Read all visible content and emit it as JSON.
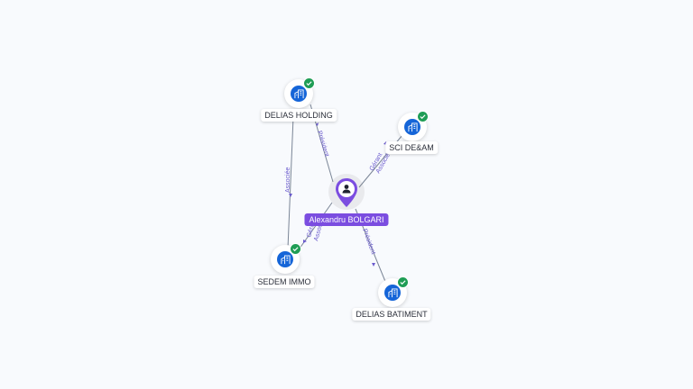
{
  "center": {
    "name": "Alexandru BOLGARI",
    "icon": "person-icon",
    "color": "#7b4de0"
  },
  "companies": [
    {
      "id": "delias-holding",
      "name": "DELIAS HOLDING",
      "icon": "building-icon",
      "verified": true
    },
    {
      "id": "sci-deam",
      "name": "SCI DE&AM",
      "icon": "building-icon",
      "verified": true
    },
    {
      "id": "sedem-immo",
      "name": "SEDEM IMMO",
      "icon": "building-icon",
      "verified": true
    },
    {
      "id": "delias-batiment",
      "name": "DELIAS BATIMENT",
      "icon": "building-icon",
      "verified": true
    }
  ],
  "relations": [
    {
      "from": "center",
      "to": "delias-holding",
      "label": "Président"
    },
    {
      "from": "center",
      "to": "sci-deam",
      "label": "Gérant"
    },
    {
      "from": "center",
      "to": "sci-deam",
      "label": "Associé"
    },
    {
      "from": "center",
      "to": "sedem-immo",
      "label": "Gérant"
    },
    {
      "from": "center",
      "to": "sedem-immo",
      "label": "Associé"
    },
    {
      "from": "center",
      "to": "delias-batiment",
      "label": "Président"
    },
    {
      "from": "delias-holding",
      "to": "sedem-immo",
      "label": "Associée"
    }
  ],
  "colors": {
    "company": "#1565d8",
    "verified": "#1f9d55",
    "edge_label": "#6a5acd"
  }
}
